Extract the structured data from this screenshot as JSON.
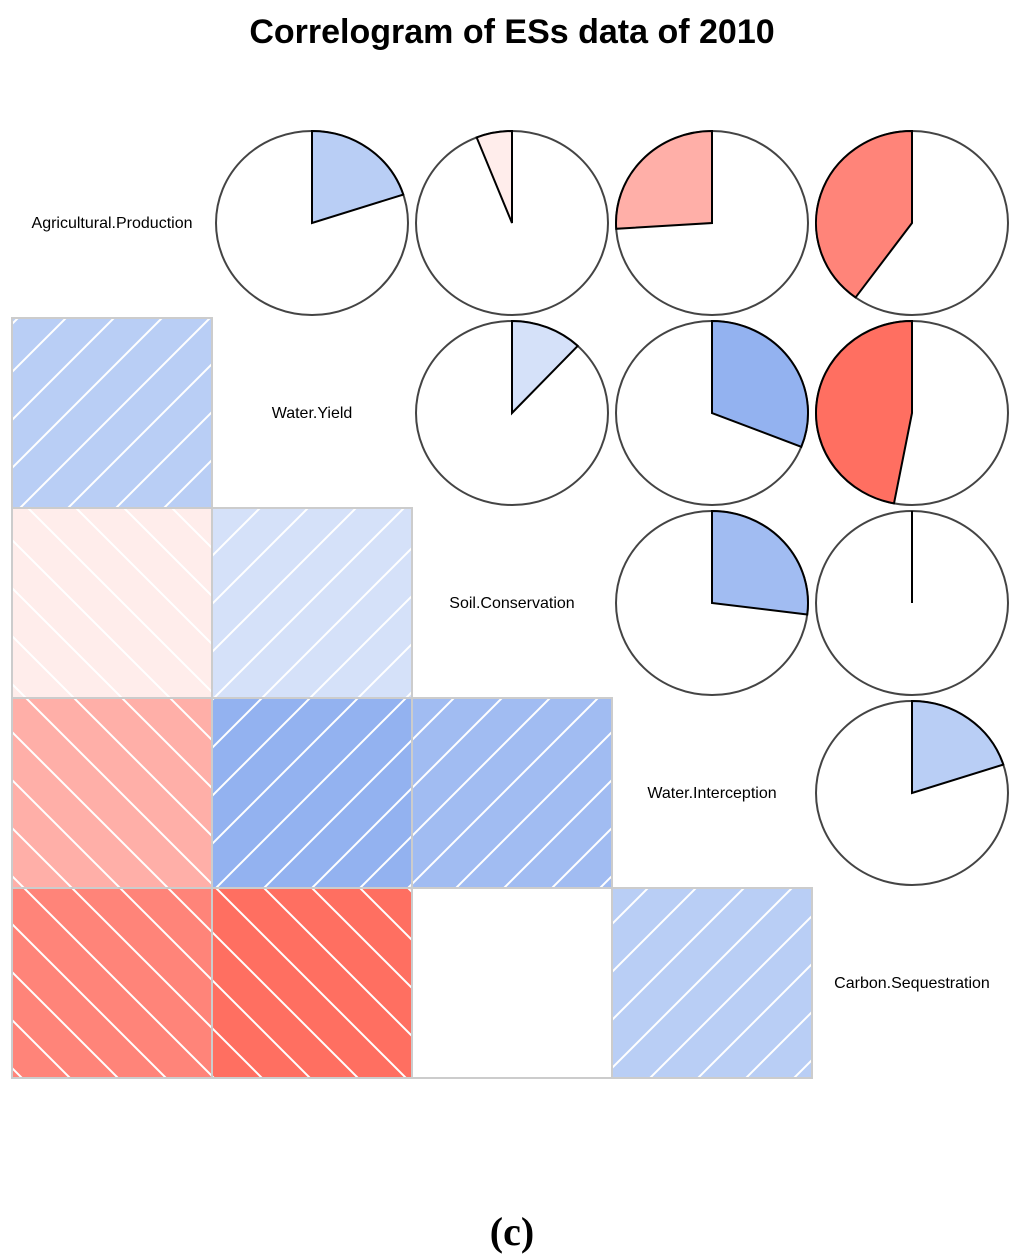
{
  "chart_data": {
    "type": "correlogram",
    "title": "Correlogram of ESs data of 2010",
    "caption": "(c)",
    "variables": [
      "Agricultural.Production",
      "Water.Yield",
      "Soil.Conservation",
      "Water.Interception",
      "Carbon.Sequestration"
    ],
    "lower_panel": "shade",
    "upper_panel": "pie",
    "colors": {
      "positive": "#5b8be8",
      "negative": "#ff6f61",
      "neutral": "#ffffff",
      "grid": "#cccccc"
    },
    "correlations": [
      {
        "row": "Water.Yield",
        "col": "Agricultural.Production",
        "r": 0.2
      },
      {
        "row": "Soil.Conservation",
        "col": "Agricultural.Production",
        "r": -0.06
      },
      {
        "row": "Soil.Conservation",
        "col": "Water.Yield",
        "r": 0.12
      },
      {
        "row": "Water.Interception",
        "col": "Agricultural.Production",
        "r": -0.26
      },
      {
        "row": "Water.Interception",
        "col": "Water.Yield",
        "r": 0.31
      },
      {
        "row": "Water.Interception",
        "col": "Soil.Conservation",
        "r": 0.27
      },
      {
        "row": "Carbon.Sequestration",
        "col": "Agricultural.Production",
        "r": -0.4
      },
      {
        "row": "Carbon.Sequestration",
        "col": "Water.Yield",
        "r": -0.47
      },
      {
        "row": "Carbon.Sequestration",
        "col": "Soil.Conservation",
        "r": 0.0
      },
      {
        "row": "Carbon.Sequestration",
        "col": "Water.Interception",
        "r": 0.2
      }
    ]
  }
}
